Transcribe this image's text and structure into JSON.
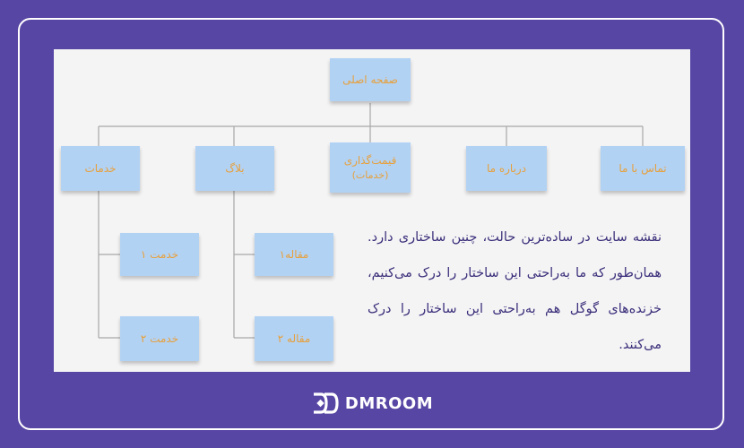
{
  "diagram": {
    "root": "صفحه اصلی",
    "categories": {
      "contact": "تماس با ما",
      "about": "درباره ما",
      "pricing": "قیمت‌گذاری",
      "pricing_sub": "(خدمات)",
      "blog": "بلاگ",
      "services": "خدمات"
    },
    "children": {
      "blog_article_1": "مقاله۱",
      "blog_article_2": "مقاله ۲",
      "service_1": "خدمت ۱",
      "service_2": "خدمت ۲"
    }
  },
  "description": "نقشه سایت در ساده‌ترین حالت، چنین ساختاری دارد. همان‌طور که ما به‌راحتی این ساختار را درک می‌کنیم، خزنده‌های گوگل هم به‌راحتی این ساختار را درک می‌کنند.",
  "brand": {
    "name": "DMROOM",
    "logo_icon": "dmroom-logo-icon"
  },
  "colors": {
    "background": "#5846a4",
    "panel": "#f4f4f5",
    "node_fill": "#b2d2f4",
    "node_text": "#e7a03b",
    "body_text": "#3b2f7a",
    "connector": "#a8a8a8"
  }
}
